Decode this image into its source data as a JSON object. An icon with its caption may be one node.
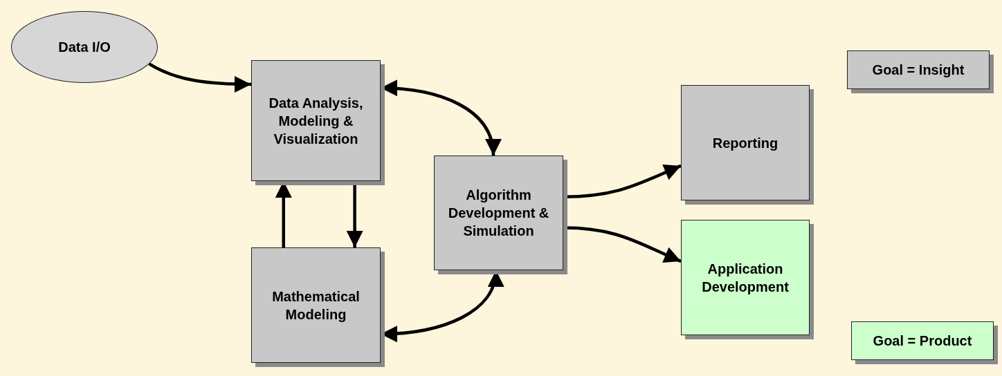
{
  "diagram": {
    "nodes": [
      {
        "text": [
          "Data I/O"
        ]
      },
      {
        "text": [
          "Data Analysis, Modeling & Visualization"
        ]
      },
      {
        "text": [
          "Algorithm Development & Simulation"
        ]
      },
      {
        "text": [
          "Reporting"
        ]
      },
      {
        "text": [
          "Goal = Insight"
        ]
      },
      {
        "text": [
          "Application Development"
        ]
      },
      {
        "text": [
          "Mathematical Modeling"
        ]
      },
      {
        "text": [
          "Goal = Product"
        ]
      }
    ],
    "edges": [
      {
        "from": 0,
        "to": 1,
        "arrow": "to"
      },
      {
        "from": 1,
        "to": 2,
        "arrow": "both"
      },
      {
        "from": 1,
        "to": 6,
        "arrow": "to"
      },
      {
        "from": 6,
        "to": 1,
        "arrow": "to"
      },
      {
        "from": 6,
        "to": 2,
        "arrow": "both"
      },
      {
        "from": 2,
        "to": 3,
        "arrow": "to"
      },
      {
        "from": 2,
        "to": 5,
        "arrow": "to"
      }
    ]
  }
}
